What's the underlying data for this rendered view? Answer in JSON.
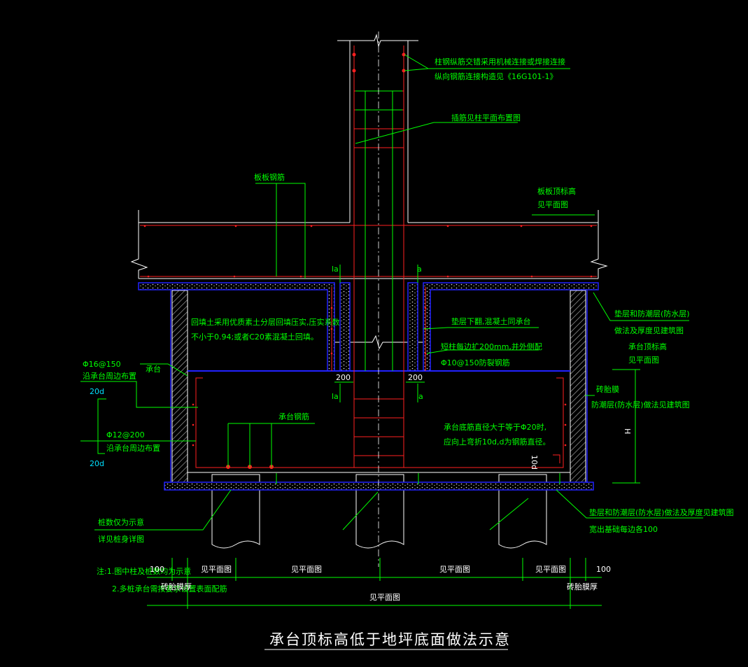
{
  "title": "承台顶标高低于地坪底面做法示意",
  "labels": {
    "column_rebar_note_1": "柱钢纵筋交错采用机械连接或焊接连接",
    "column_rebar_note_2": "纵向钢筋连接构造见《16G101-1》",
    "insert_rebar": "插筋见柱平面布置图",
    "floor_rebar": "板板钢筋",
    "slab_top_1": "板板顶标高",
    "slab_top_2": "见平面图",
    "la_tl": "la",
    "la_tr": "a",
    "la_bl": "la",
    "la_br": "a",
    "backfill_1": "回填土采用优质素土分层回填压实,压实系数",
    "backfill_2": "不小于0.94;或者C20素混凝土回填。",
    "cushion_under": "垫层下翻,混凝土同承台",
    "column_widen_1": "短柱每边扩200mm,并外侧配",
    "column_widen_2": "Φ10@150防裂钢筋",
    "dim_200_left": "200",
    "dim_200_right": "200",
    "cushion_waterproof_1": "垫层和防潮层(防水层)",
    "cushion_waterproof_2": "做法及厚度见建筑图",
    "cap_top_1": "承台顶标高",
    "cap_top_2": "见平面图",
    "brick_1": "砖胎膜",
    "brick_2": "防潮层(防水层)做法见建筑图",
    "phi16": "Φ16@150",
    "phi16_sub": "沿承台周边布置",
    "cap": "承台",
    "len_20d_1": "20d",
    "phi12": "Φ12@200",
    "phi12_sub": "沿承台周边布置",
    "len_20d_2": "20d",
    "cap_rebar": "承台钢筋",
    "cap_bottom_1": "承台底筋直径大于等于Φ20时,",
    "cap_bottom_2": "应向上弯折10d,d为钢筋直径。",
    "ten_d": "10d",
    "h_label": "H",
    "pile_1": "桩数仅为示意",
    "pile_2": "详见桩身详图",
    "cushion_bottom_1": "垫层和防潮层(防水层)做法及厚度见建筑图",
    "cushion_bottom_2": "宽出基础每边各100",
    "note_1": "注:1.图中柱及桩数均为示意",
    "note_2": "2.多桩承台需按要求设置表面配筋",
    "dim_100_left": "100",
    "dim_100_right": "100",
    "dim_brick_left": "砖胎膜厚",
    "dim_brick_right": "砖胎膜厚",
    "dim_see_1": "见平面图",
    "dim_see_2": "见平面图",
    "dim_see_3": "见平面图",
    "dim_see_4": "见平面图",
    "dim_see_total": "见平面图"
  },
  "colors": {
    "background": "#000000",
    "outline": "#ffffff",
    "rebar": "#ff2020",
    "dimension": "#00ff00",
    "waterproof": "#0000ff",
    "cyan": "#00e0ff"
  }
}
